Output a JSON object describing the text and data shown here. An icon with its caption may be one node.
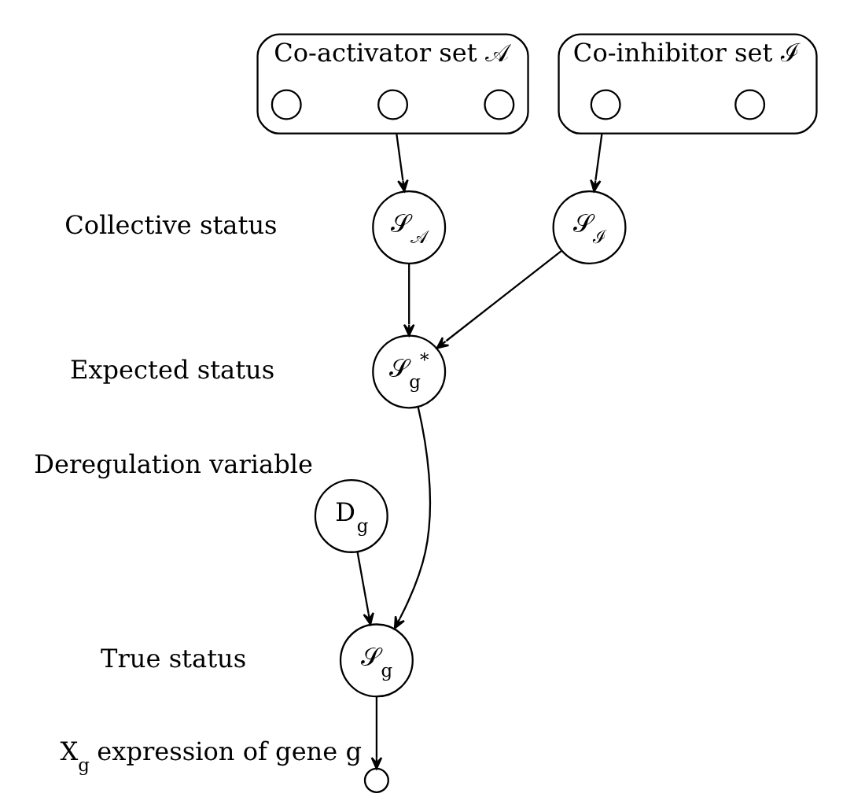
{
  "diagram": {
    "nodes": [
      {
        "text": [
          "Co-activator set 𝒜"
        ]
      },
      {
        "text": [],
        "shape": "circle",
        "in": 0
      },
      {
        "text": [],
        "shape": "circle",
        "in": 0
      },
      {
        "text": [],
        "shape": "circle",
        "in": 0
      },
      {
        "text": [
          "Co-inhibitor set ℐ"
        ]
      },
      {
        "text": [],
        "shape": "circle",
        "in": 4
      },
      {
        "text": [],
        "shape": "circle",
        "in": 4
      },
      {
        "text": [
          "𝒮$_{𝒜}$"
        ]
      },
      {
        "text": [
          "𝒮$_{ℐ}$"
        ]
      },
      {
        "text": [
          "𝒮$_{g}$$^{*}$"
        ]
      },
      {
        "text": [
          "D$_{g}$"
        ],
        "beside": [
          "Deregulation variable"
        ]
      },
      {
        "text": [
          "𝒮$_{g}$"
        ]
      },
      {
        "text": [
          "X$_{g}$ expression of gene g"
        ]
      }
    ],
    "edges": [
      {
        "from": 0,
        "to": 7,
        "arrow": "to"
      },
      {
        "from": 4,
        "to": 8,
        "arrow": "to"
      },
      {
        "from": 7,
        "to": 9,
        "arrow": "to"
      },
      {
        "from": 8,
        "to": 9,
        "arrow": "to"
      },
      {
        "from": 9,
        "to": 11,
        "arrow": "to"
      },
      {
        "from": 10,
        "to": 11,
        "arrow": "to"
      },
      {
        "from": 11,
        "to": 12,
        "arrow": "to"
      }
    ],
    "labels": [
      "Collective status",
      "Expected status",
      "True status"
    ]
  }
}
